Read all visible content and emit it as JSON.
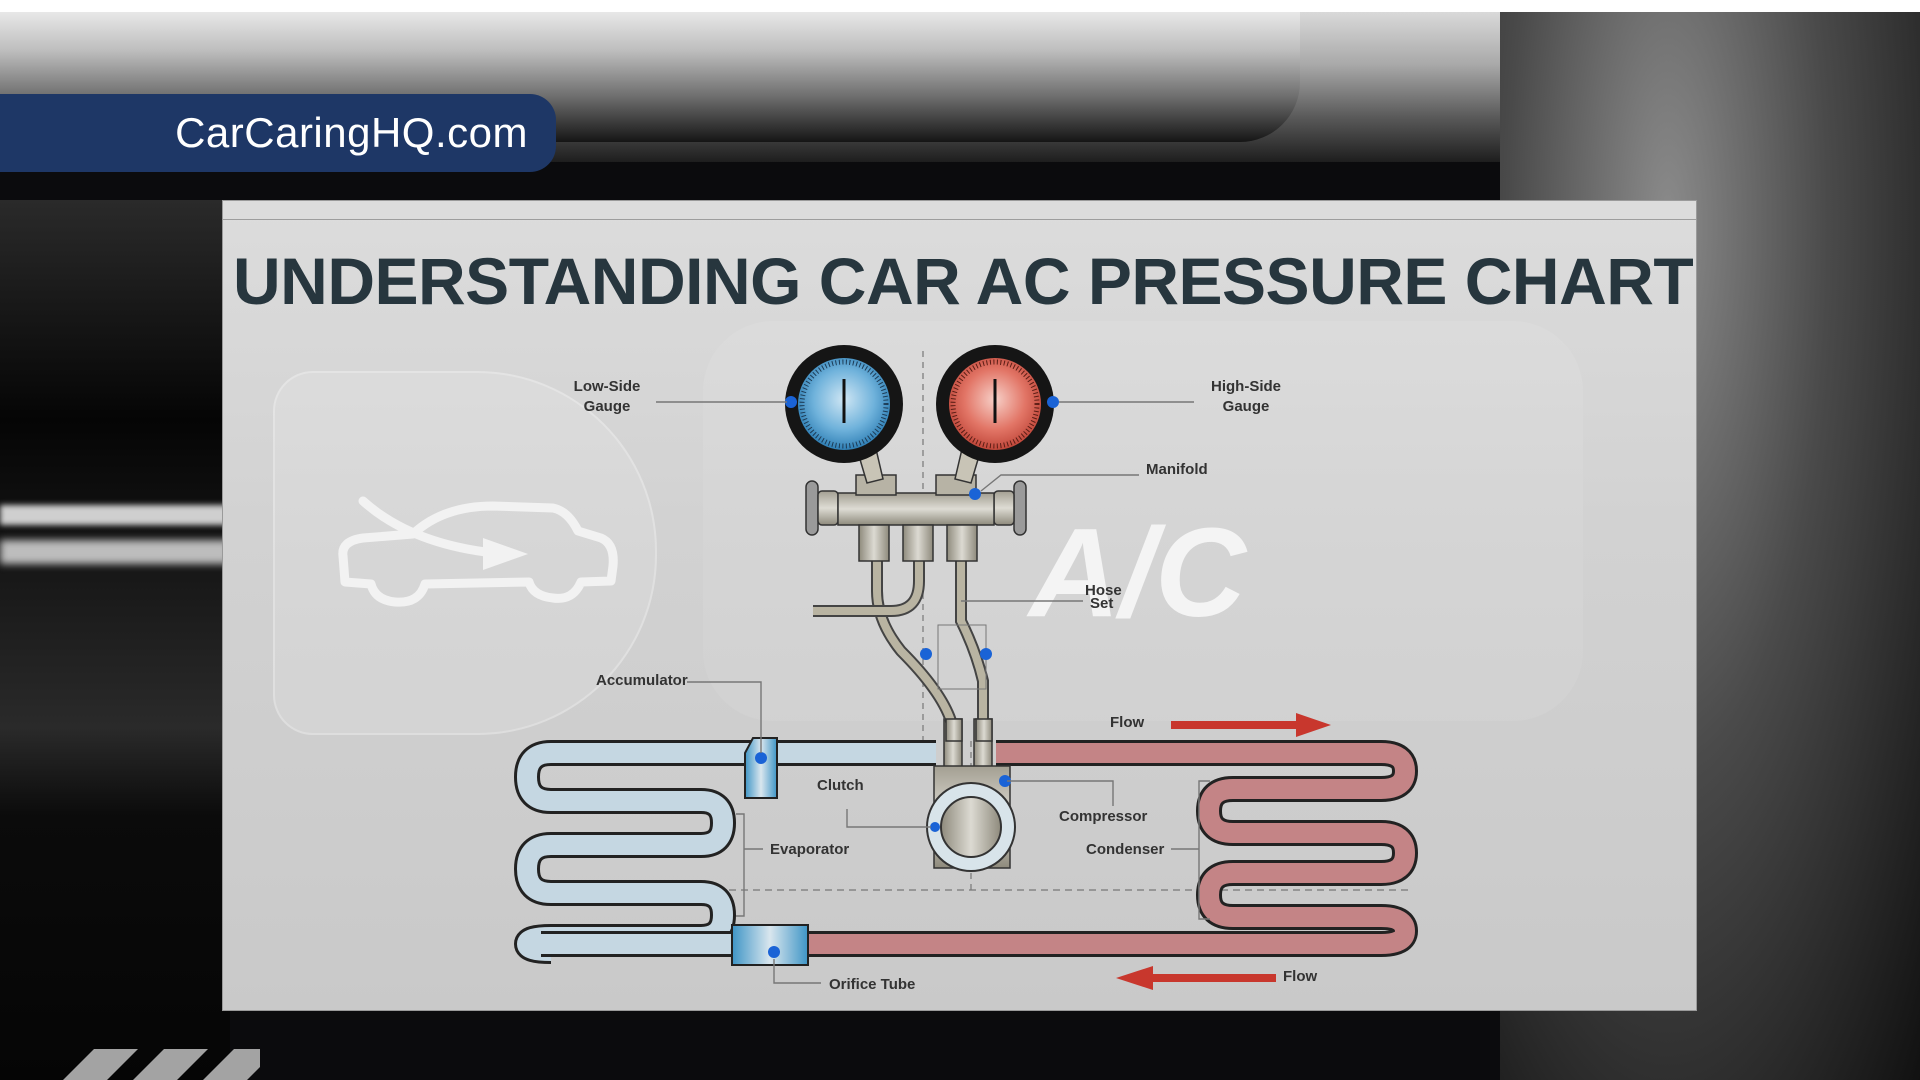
{
  "brand": {
    "site_name": "CarCaringHQ.com",
    "banner_color": "#1e3766"
  },
  "page": {
    "title": "UNDERSTANDING  CAR AC PRESSURE CHART",
    "title_color": "#27363e"
  },
  "diagram": {
    "watermark": "A/C",
    "labels": {
      "low_side_gauge_line1": "Low-Side",
      "low_side_gauge_line2": "Gauge",
      "high_side_gauge_line1": "High-Side",
      "high_side_gauge_line2": "Gauge",
      "manifold": "Manifold",
      "hose_set_line1": "Hose",
      "hose_set_line2": "Set",
      "accumulator": "Accumulator",
      "clutch": "Clutch",
      "compressor": "Compressor",
      "evaporator": "Evaporator",
      "condenser": "Condenser",
      "orifice_tube": "Orifice Tube",
      "flow_top": "Flow",
      "flow_bottom": "Flow"
    },
    "colors": {
      "low_side": "#4a9bc9",
      "high_side": "#d65a4a",
      "cold_tube": "#c2d3de",
      "hot_tube": "#c08082",
      "flow_arrow": "#c8372d",
      "marker": "#1a63d6"
    },
    "flow_directions": [
      "right",
      "left"
    ]
  }
}
